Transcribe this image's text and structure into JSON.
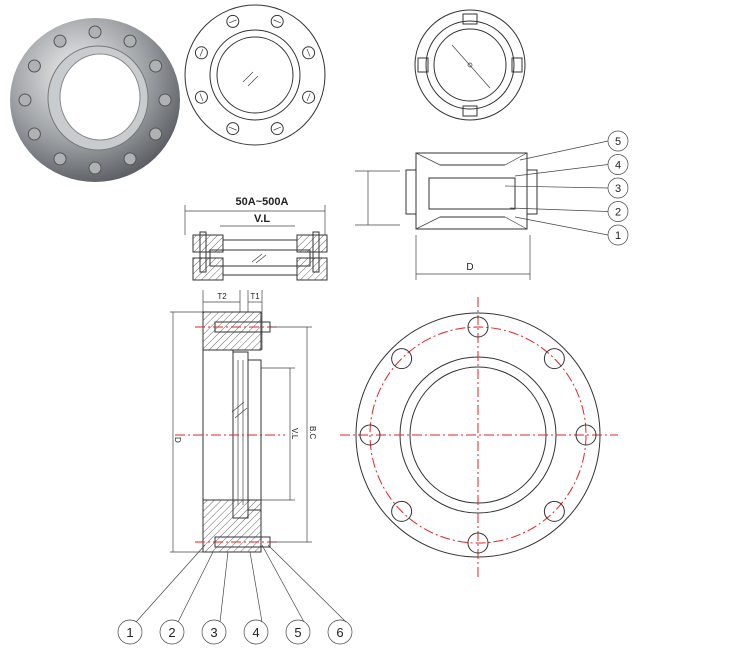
{
  "title": "Flange sight glass drawing",
  "small_section": {
    "size_range": "50A~500A",
    "view_length": "V.L"
  },
  "large_section": {
    "t2": "T2",
    "t1": "T1",
    "diameter": "D",
    "view_length": "V.L",
    "bolt_circle": "B.C"
  },
  "side_view": {
    "diameter": "D",
    "callouts": [
      "5",
      "4",
      "3",
      "2",
      "1"
    ]
  },
  "bottom_callouts": [
    "1",
    "2",
    "3",
    "4",
    "5",
    "6"
  ],
  "colors": {
    "center_line": "#e0242a",
    "line": "#333333"
  }
}
